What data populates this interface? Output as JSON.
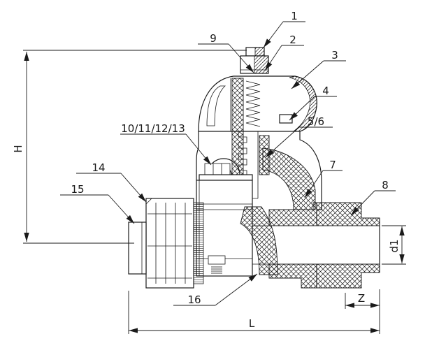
{
  "diagram": {
    "title": "valve-sectional-drawing",
    "background": "#ffffff",
    "line_color": "#1a1a1a",
    "callouts": [
      "1",
      "2",
      "3",
      "4",
      "5/6",
      "7",
      "8",
      "9",
      "10/11/12/13",
      "14",
      "15",
      "16"
    ],
    "dimensions": {
      "h": "H",
      "l": "L",
      "z": "Z",
      "d1": "d1"
    }
  }
}
